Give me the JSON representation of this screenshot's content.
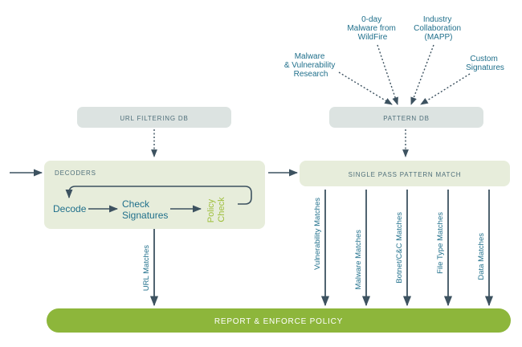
{
  "sources": {
    "malware_research": [
      "Malware",
      "& Vulnerability",
      "Research"
    ],
    "zero_day": [
      "0-day",
      "Malware from",
      "WildFire"
    ],
    "industry": [
      "Industry",
      "Collaboration",
      "(MAPP)"
    ],
    "custom": [
      "Custom",
      "Signatures"
    ]
  },
  "boxes": {
    "url_db": "URL FILTERING DB",
    "pattern_db": "PATTERN DB",
    "decoders": "DECODERS",
    "single_pass": "SINGLE PASS PATTERN MATCH",
    "report": "REPORT & ENFORCE POLICY"
  },
  "decoder_flow": {
    "decode": "Decode",
    "check_signatures": [
      "Check",
      "Signatures"
    ],
    "policy_check": [
      "Policy",
      "Check"
    ]
  },
  "matches": {
    "url": "URL Matches",
    "vulnerability": "Vulnerability Matches",
    "malware": "Malware Matches",
    "botnet": "Botnet/C&C Matches",
    "file_type": "File Type Matches",
    "data": "Data Matches"
  },
  "colors": {
    "blue_text": "#1f6f8b",
    "grey_box": "#dce3e1",
    "green_box": "#e7eddb",
    "arrow": "#3d5260",
    "report_green": "#8db63b",
    "policy_green": "#9fbf3c",
    "box_label": "#4f6f7a"
  }
}
